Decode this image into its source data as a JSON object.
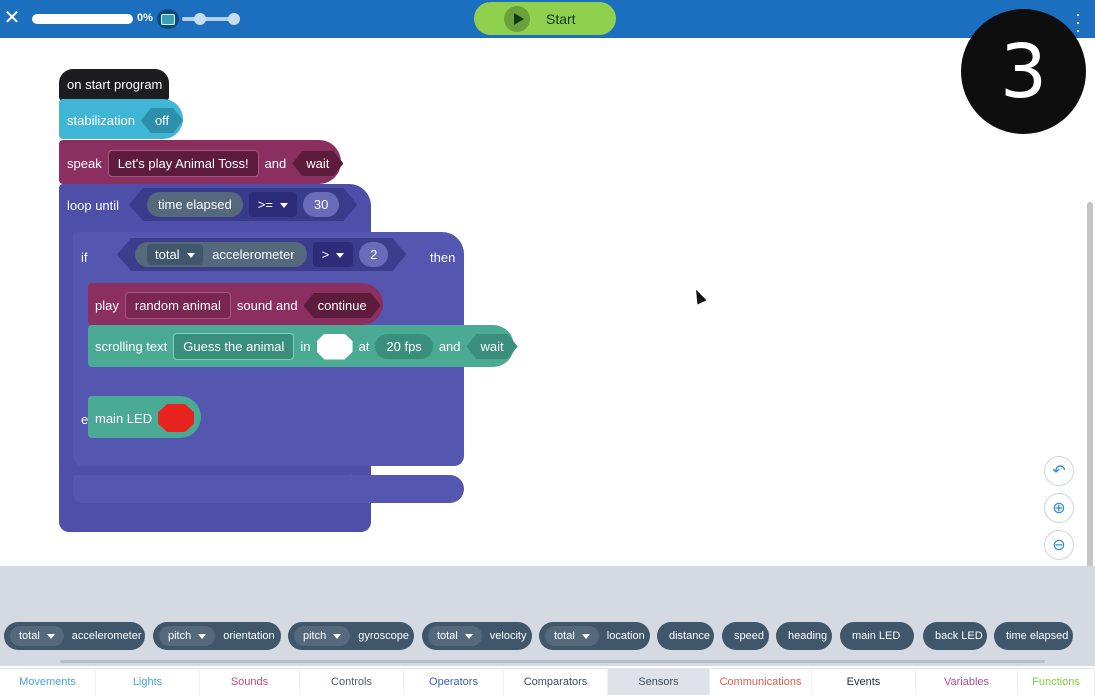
{
  "topbar": {
    "progress_percent": 0,
    "progress_label": "0%",
    "start_label": "Start"
  },
  "badge": {
    "step": "3"
  },
  "blocks": {
    "on_start": "on start program",
    "stabilization": {
      "label": "stabilization",
      "value": "off"
    },
    "speak": {
      "label": "speak",
      "text": "Let's play Animal Toss!",
      "and": "and",
      "mode": "wait"
    },
    "loop": {
      "label": "loop until",
      "sensor": "time elapsed",
      "op": ">=",
      "value": "30"
    },
    "if_block": {
      "label": "if",
      "axis": "total",
      "sensor": "accelerometer",
      "op": ">",
      "value": "2",
      "then": "then",
      "else": "else"
    },
    "play": {
      "label": "play",
      "sound": "random animal",
      "suffix": "sound and",
      "mode": "continue"
    },
    "scroll": {
      "label": "scrolling text",
      "text": "Guess the animal",
      "in": "in",
      "at": "at",
      "fps": "20 fps",
      "and": "and",
      "mode": "wait"
    },
    "main_led": {
      "label": "main LED",
      "color": "#e8231d"
    }
  },
  "palette": {
    "chips": [
      {
        "sub": "total",
        "label": "accelerometer"
      },
      {
        "sub": "pitch",
        "label": "orientation"
      },
      {
        "sub": "pitch",
        "label": "gyroscope"
      },
      {
        "sub": "total",
        "label": "velocity"
      },
      {
        "sub": "total",
        "label": "location"
      },
      {
        "sub": "",
        "label": "distance"
      },
      {
        "sub": "",
        "label": "speed"
      },
      {
        "sub": "",
        "label": "heading"
      },
      {
        "sub": "",
        "label": "main LED"
      },
      {
        "sub": "",
        "label": "back LED"
      },
      {
        "sub": "",
        "label": "time elapsed"
      }
    ]
  },
  "tabs": [
    {
      "label": "Movements",
      "color": "#4aa5d8"
    },
    {
      "label": "Lights",
      "color": "#4aa5d8"
    },
    {
      "label": "Sounds",
      "color": "#c0497b"
    },
    {
      "label": "Controls",
      "color": "#4f5a6b"
    },
    {
      "label": "Operators",
      "color": "#3a5fbf"
    },
    {
      "label": "Comparators",
      "color": "#3f4a66"
    },
    {
      "label": "Sensors",
      "color": "#3f4a66"
    },
    {
      "label": "Communications",
      "color": "#e05a4e"
    },
    {
      "label": "Events",
      "color": "#1e2b3c"
    },
    {
      "label": "Variables",
      "color": "#b24f8c"
    },
    {
      "label": "Functions",
      "color": "#7ccf3f"
    }
  ],
  "colors": {
    "topbar": "#1c6ebf",
    "start_green": "#8fd14f",
    "loop_blue": "#4e4fa8",
    "speak_maroon": "#8a2f5f",
    "stab_cyan": "#3fb6d6",
    "scroll_teal": "#4aaa94"
  }
}
